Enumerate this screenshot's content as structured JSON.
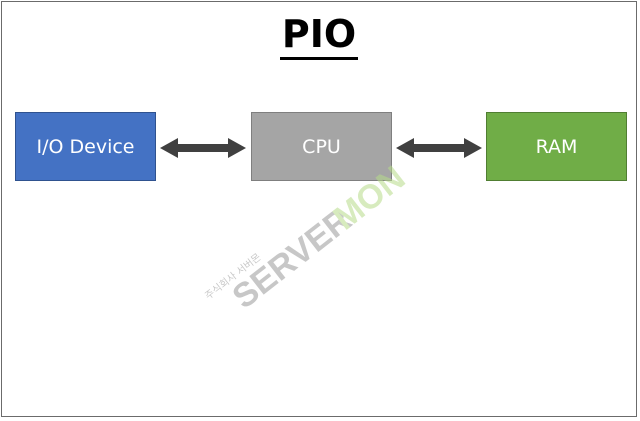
{
  "title": "PIO",
  "nodes": {
    "io_device": {
      "label": "I/O Device",
      "color": "#4472c4"
    },
    "cpu": {
      "label": "CPU",
      "color": "#a5a5a5"
    },
    "ram": {
      "label": "RAM",
      "color": "#70ad47"
    }
  },
  "edges": [
    {
      "from": "I/O Device",
      "to": "CPU",
      "direction": "bidirectional"
    },
    {
      "from": "CPU",
      "to": "RAM",
      "direction": "bidirectional"
    }
  ],
  "watermark": {
    "text_gray": "SERVER",
    "text_green": "MON",
    "small_text": "주식회사 서버몬"
  }
}
